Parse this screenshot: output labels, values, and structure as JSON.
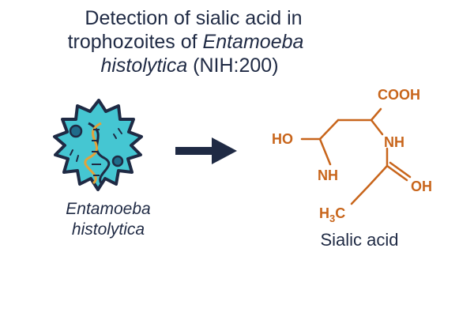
{
  "title": {
    "line1": "Detection of sialic acid in",
    "line2_prefix": "trophozoites of ",
    "line2_italic": "Entamoeba",
    "line3_italic": "histolytica",
    "line3_suffix": " (NIH:200)"
  },
  "organism": {
    "name_line1": "Entamoeba",
    "name_line2": "histolytica"
  },
  "molecule": {
    "name": "Sialic acid",
    "groups": {
      "cooh": "COOH",
      "ho": "HO",
      "nh_right": "NH",
      "nh_left": "NH",
      "oh": "OH",
      "ch3_main": "H",
      "ch3_sub": "3",
      "ch3_c": "C"
    }
  },
  "colors": {
    "text": "#1f2a44",
    "chemistry": "#c8651b",
    "cell": "#45c6d2",
    "cell_outline": "#1f2a44",
    "dna_strand_a": "#e2a23a",
    "arrow": "#1f2a44"
  }
}
